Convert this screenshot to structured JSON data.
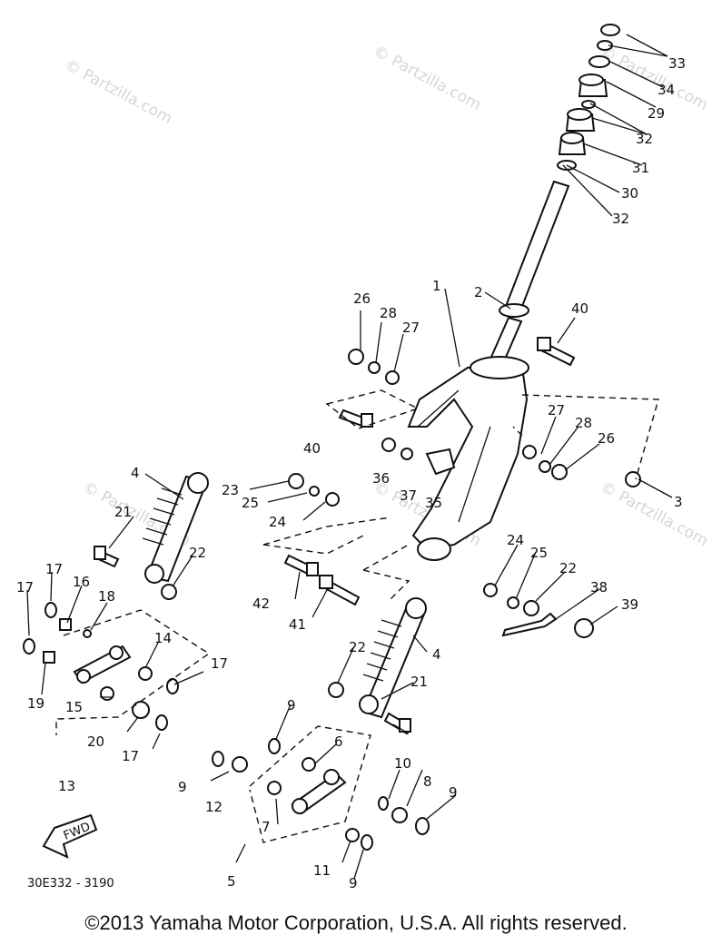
{
  "watermark": "© Partzilla.com",
  "diagram_code": "30E332 - 3190",
  "fwd_label": "FWD",
  "copyright": "©2013 Yamaha Motor Corporation, U.S.A. All rights reserved.",
  "callouts": [
    "1",
    "2",
    "3",
    "4",
    "4",
    "5",
    "6",
    "7",
    "8",
    "9",
    "9",
    "9",
    "9",
    "10",
    "11",
    "12",
    "13",
    "14",
    "15",
    "16",
    "17",
    "17",
    "17",
    "17",
    "18",
    "19",
    "20",
    "21",
    "21",
    "22",
    "22",
    "22",
    "23",
    "24",
    "24",
    "25",
    "25",
    "26",
    "26",
    "27",
    "27",
    "28",
    "28",
    "29",
    "30",
    "31",
    "32",
    "32",
    "33",
    "34",
    "35",
    "36",
    "37",
    "38",
    "39",
    "40",
    "40",
    "41",
    "42"
  ]
}
